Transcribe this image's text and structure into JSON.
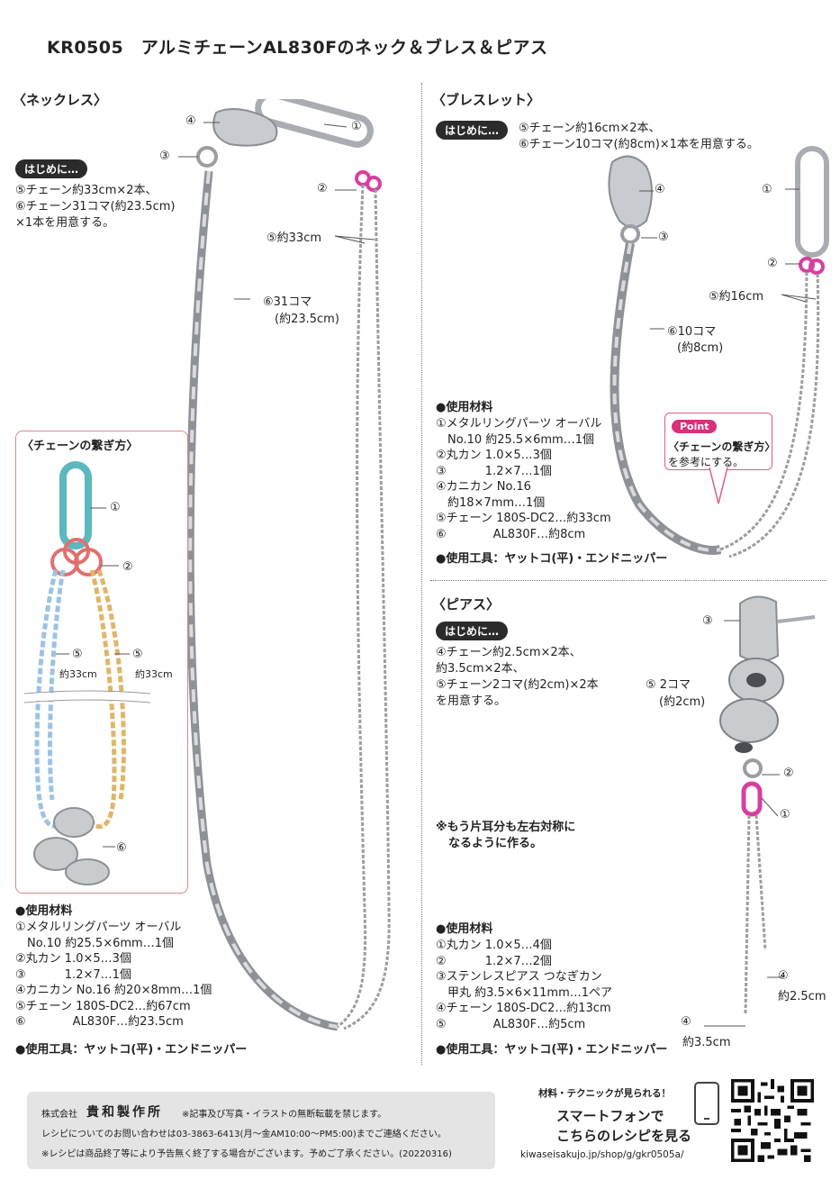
{
  "title": "KR0505　アルミチェーンAL830Fのネック＆ブレス＆ピアス",
  "necklace": {
    "heading": "〈ネックレス〉",
    "intro_badge": "はじめに…",
    "intro_lines": [
      "⑤チェーン約33cm×2本、",
      "⑥チェーン31コマ(約23.5cm)",
      "×1本を用意する。"
    ],
    "callouts": {
      "c4": "④",
      "c3": "③",
      "c1": "①",
      "c2": "②",
      "c5": "⑤約33cm",
      "c6a": "⑥31コマ",
      "c6b": "(約23.5cm)"
    },
    "inset": {
      "heading": "〈チェーンの繋ぎ方〉",
      "n1": "①",
      "n2": "②",
      "n5a": "⑤",
      "n5b": "⑤",
      "len_a": "約33cm",
      "len_b": "約33cm",
      "n6": "⑥"
    },
    "materials_heading": "●使用材料",
    "materials": [
      "①メタルリングパーツ オーバル",
      "　No.10 約25.5×6mm…1個",
      "②丸カン 1.0×5…3個",
      "③　　　 1.2×7…1個",
      "④カニカン No.16 約20×8mm…1個",
      "⑤チェーン 180S-DC2…約67cm",
      "⑥　　　　AL830F…約23.5cm"
    ],
    "tools": "●使用工具：ヤットコ(平)・エンドニッパー"
  },
  "bracelet": {
    "heading": "〈ブレスレット〉",
    "intro_badge": "はじめに…",
    "intro_lines": [
      "⑤チェーン約16cm×2本、",
      "⑥チェーン10コマ(約8cm)×1本を用意する。"
    ],
    "callouts": {
      "c4": "④",
      "c1": "①",
      "c3": "③",
      "c2": "②",
      "c5": "⑤約16cm",
      "c6a": "⑥10コマ",
      "c6b": "(約8cm)"
    },
    "point": {
      "badge": "Point",
      "line1": "〈チェーンの繋ぎ方〉",
      "line2": "を参考にする。"
    },
    "materials_heading": "●使用材料",
    "materials": [
      "①メタルリングパーツ オーバル",
      "　No.10 約25.5×6mm…1個",
      "②丸カン 1.0×5…3個",
      "③　　　 1.2×7…1個",
      "④カニカン No.16",
      "　約18×7mm…1個",
      "⑤チェーン 180S-DC2…約33cm",
      "⑥　　　　AL830F…約8cm"
    ],
    "tools": "●使用工具：ヤットコ(平)・エンドニッパー"
  },
  "earrings": {
    "heading": "〈ピアス〉",
    "intro_badge": "はじめに…",
    "intro_lines": [
      "④チェーン約2.5cm×2本、",
      "約3.5cm×2本、",
      "⑤チェーン2コマ(約2cm)×2本",
      "を用意する。"
    ],
    "note_lines": [
      "※もう片耳分も左右対称に",
      "なるように作る。"
    ],
    "callouts": {
      "c3": "③",
      "c5a": "⑤ 2コマ",
      "c5b": "(約2cm)",
      "c2": "②",
      "c1": "①",
      "c4a": "④",
      "c4a_len": "約2.5cm",
      "c4b": "④",
      "c4b_len": "約3.5cm"
    },
    "materials_heading": "●使用材料",
    "materials": [
      "①丸カン 1.0×5…4個",
      "②　　　 1.2×7…2個",
      "③ステンレスピアス つなぎカン",
      "　甲丸 約3.5×6×11mm…1ペア",
      "④チェーン 180S-DC2…約13cm",
      "⑤　　　　AL830F…約5cm"
    ],
    "tools": "●使用工具：ヤットコ(平)・エンドニッパー"
  },
  "footer": {
    "company_prefix": "株式会社",
    "company": "貴和製作所",
    "notice": "※記事及び写真・イラストの無断転載を禁じます。",
    "contact": "レシピについてのお問い合わせは03-3863-6413(月〜金AM10:00〜PM5:00)までご連絡ください。",
    "end_notice": "※レシピは商品終了等により予告無く終了する場合がございます。予めご了承ください。(20220316)"
  },
  "promo": {
    "bubble": "材料・テクニックが見られる！",
    "line1": "スマートフォンで",
    "line2": "こちらのレシピを見る",
    "url": "kiwaseisakujo.jp/shop/g/gkr0505a/"
  },
  "colors": {
    "pink": "#d63fa0",
    "teal": "#5bb8bd",
    "blue": "#9cc3e6",
    "gold": "#e0b56a",
    "red": "#e07070",
    "gray": "#b9bcc0"
  }
}
